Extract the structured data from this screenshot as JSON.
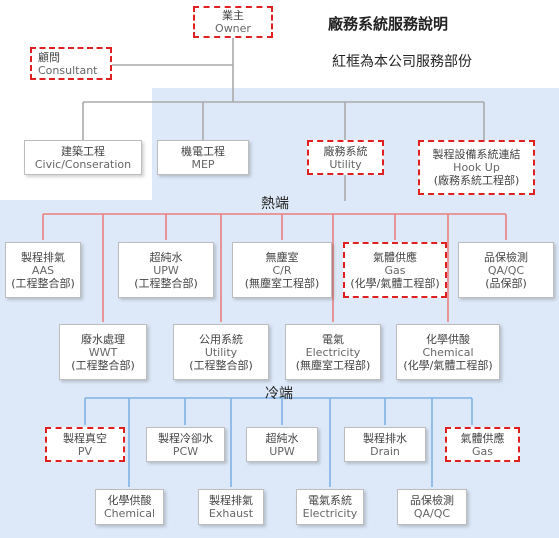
{
  "header": {
    "title": "廠務系統服務說明",
    "subtitle": "紅框為本公司服務部份"
  },
  "sections": {
    "hot": "熱端",
    "cold": "冷端"
  },
  "top": {
    "owner": {
      "zh": "業主",
      "en": "Owner"
    },
    "consultant": {
      "zh": "顧問",
      "en": "Consultant"
    }
  },
  "level2": [
    {
      "zh": "建築工程",
      "en": "Civic/Conseration"
    },
    {
      "zh": "機電工程",
      "en": "MEP"
    },
    {
      "zh": "廠務系統",
      "en": "Utility"
    },
    {
      "zh": "製程設備系統連結",
      "en": "Hook Up",
      "dept": "(廠務系統工程部)"
    }
  ],
  "hot_row1": [
    {
      "zh": "製程排氣",
      "en": "AAS",
      "dept": "(工程整合部)"
    },
    {
      "zh": "超純水",
      "en": "UPW",
      "dept": "(工程整合部)"
    },
    {
      "zh": "無塵室",
      "en": "C/R",
      "dept": "(無塵室工程部)"
    },
    {
      "zh": "氣體供應",
      "en": "Gas",
      "dept": "(化學/氣體工程部)"
    },
    {
      "zh": "品保檢測",
      "en": "QA/QC",
      "dept": "(品保部)"
    }
  ],
  "hot_row2": [
    {
      "zh": "廢水處理",
      "en": "WWT",
      "dept": "(工程整合部)"
    },
    {
      "zh": "公用系統",
      "en": "Utility",
      "dept": "(工程整合部)"
    },
    {
      "zh": "電氣",
      "en": "Electricity",
      "dept": "(無塵室工程部)"
    },
    {
      "zh": "化學供酸",
      "en": "Chemical",
      "dept": "(化學/氣體工程部)"
    }
  ],
  "cold_row1": [
    {
      "zh": "製程真空",
      "en": "PV"
    },
    {
      "zh": "製程冷卻水",
      "en": "PCW"
    },
    {
      "zh": "超純水",
      "en": "UPW"
    },
    {
      "zh": "製程排水",
      "en": "Drain"
    },
    {
      "zh": "氣體供應",
      "en": "Gas"
    }
  ],
  "cold_row2": [
    {
      "zh": "化學供酸",
      "en": "Chemical"
    },
    {
      "zh": "製程排氣",
      "en": "Exhaust"
    },
    {
      "zh": "電氣系統",
      "en": "Electricity"
    },
    {
      "zh": "品保檢測",
      "en": "QA/QC"
    }
  ],
  "colors": {
    "region": "#dde9f8",
    "hot_line": "#e98080",
    "cold_line": "#7fb2e6",
    "gray_line": "#aaaaaa",
    "highlight": "#e02020"
  }
}
